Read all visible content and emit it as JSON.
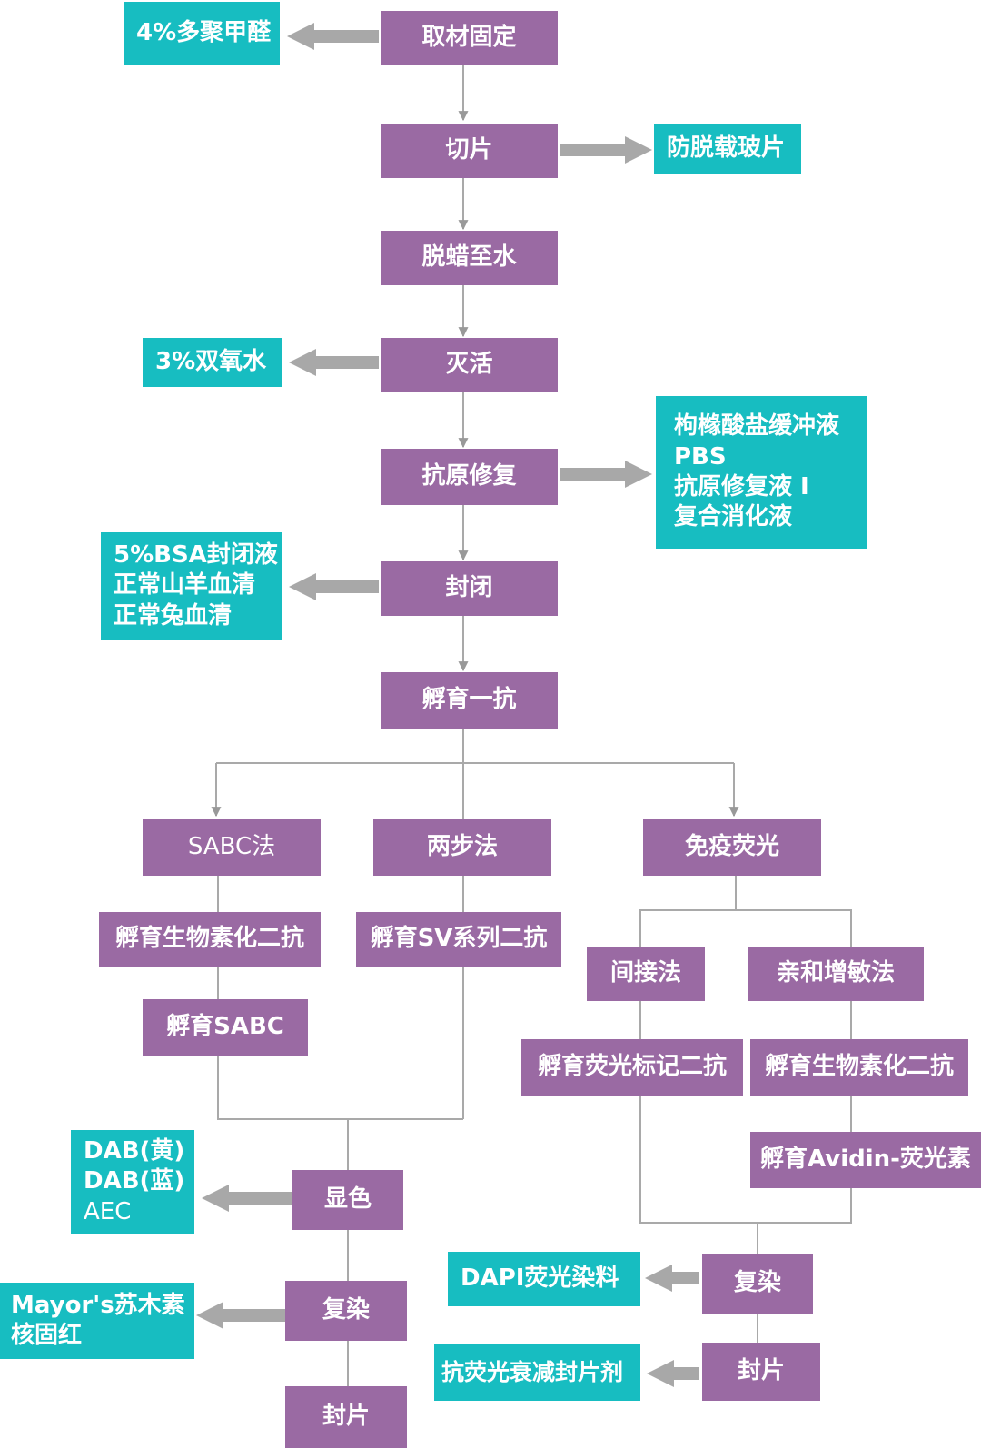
{
  "steps": {
    "fixation": "取材固定",
    "sectioning": "切片",
    "dewax": "脱蜡至水",
    "inactivation": "灭活",
    "antigen_retrieval": "抗原修复",
    "blocking": "封闭",
    "primary_incubation": "孵育一抗",
    "sabc_method": "SABC法",
    "two_step_method": "两步法",
    "immunofluorescence": "免疫荧光",
    "incubate_biotin_secondary_left": "孵育生物素化二抗",
    "incubate_sv_secondary": "孵育SV系列二抗",
    "incubate_sabc": "孵育SABC",
    "indirect_method": "间接法",
    "affinity_method": "亲和增敏法",
    "incubate_fluor_secondary": "孵育荧光标记二抗",
    "incubate_biotin_secondary_right": "孵育生物素化二抗",
    "incubate_avidin_fluor": "孵育Avidin-荧光素",
    "color_development": "显色",
    "counterstain_left": "复染",
    "mounting_left": "封片",
    "counterstain_right": "复染",
    "mounting_right": "封片"
  },
  "reagents": {
    "fixative": [
      "4%多聚甲醛"
    ],
    "slides": [
      "防脱载玻片"
    ],
    "peroxide": [
      "3%双氧水"
    ],
    "retrieval_buffers": [
      "枸橼酸盐缓冲液",
      "PBS",
      "抗原修复液 I",
      "复合消化液"
    ],
    "blocking_solutions": [
      "5%BSA封闭液",
      "正常山羊血清",
      "正常兔血清"
    ],
    "chromogens": [
      "DAB(黄)",
      "DAB(蓝)",
      "AEC"
    ],
    "counterstains": [
      "Mayor's苏木素",
      "核固红"
    ],
    "dapi": [
      "DAPI荧光染料"
    ],
    "antifade": [
      "抗荧光衰减封片剂"
    ]
  },
  "colors": {
    "step_box": "#9a6aa3",
    "reagent_box": "#17bdc1",
    "connector": "#a9a9a9",
    "big_arrow": "#a8a8a8"
  }
}
